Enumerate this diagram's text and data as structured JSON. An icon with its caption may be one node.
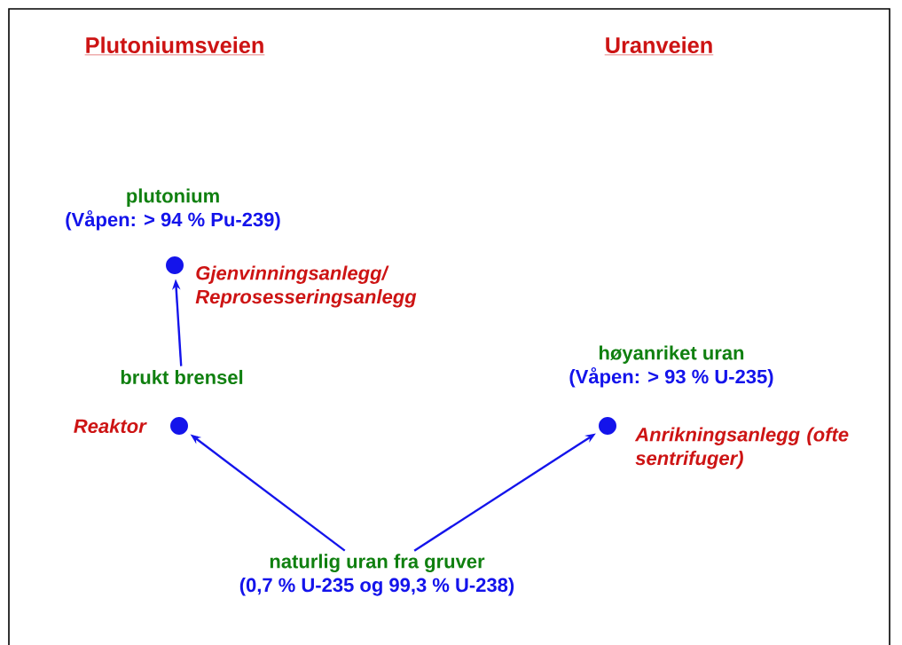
{
  "diagram": {
    "nodes": [
      {
        "text": [
          "naturlig uran fra gruver",
          "(0,7 % U-235 og 99,3 % U-238)"
        ]
      },
      {
        "text": [],
        "shape": "circle",
        "beside": [
          "Reaktor"
        ]
      },
      {
        "text": [
          "brukt brensel"
        ]
      },
      {
        "text": [],
        "shape": "circle",
        "beside": [
          "Gjenvinningsanlegg/ Reprosesseringsanlegg"
        ]
      },
      {
        "text": [
          "plutonium",
          "(Våpen: > 94 % Pu-239)"
        ]
      },
      {
        "text": [],
        "shape": "circle",
        "beside": [
          "Anrikningsanlegg (ofte sentrifuger)"
        ]
      },
      {
        "text": [
          "høyanriket uran",
          "(Våpen: > 93 % U-235)"
        ]
      }
    ],
    "edges": [
      {
        "from": 0,
        "to": 1,
        "arrow": "to"
      },
      {
        "from": 0,
        "to": 5,
        "arrow": "to"
      },
      {
        "from": 2,
        "to": 3,
        "arrow": "to"
      }
    ],
    "labels": [
      "Plutoniumsveien",
      "Uranveien"
    ]
  }
}
